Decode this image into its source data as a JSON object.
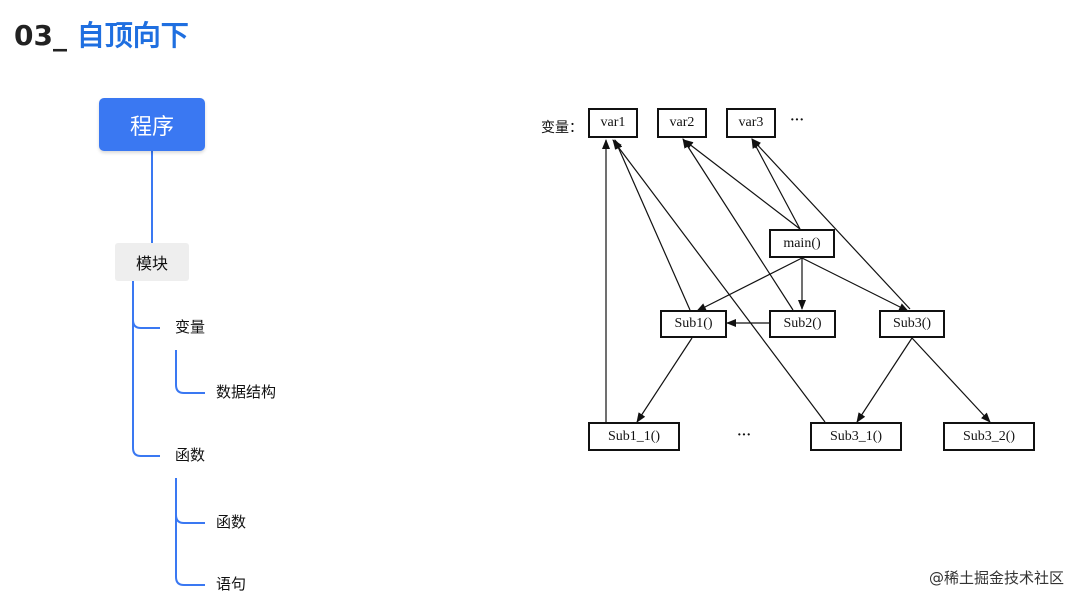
{
  "title": {
    "number": "03_",
    "text": "自顶向下"
  },
  "tree": {
    "root": "程序",
    "module": "模块",
    "variable": "变量",
    "data_structure": "数据结构",
    "function": "函数",
    "sub_function": "函数",
    "statement": "语句"
  },
  "diagram": {
    "variables_label": "变量：",
    "vars": [
      "var1",
      "var2",
      "var3"
    ],
    "vars_more": "···",
    "main": "main()",
    "subs": [
      "Sub1()",
      "Sub2()",
      "Sub3()"
    ],
    "subsubs": [
      "Sub1_1()",
      "Sub3_1()",
      "Sub3_2()"
    ],
    "subsubs_more": "···"
  },
  "footer": "@稀土掘金技术社区",
  "colors": {
    "title_accent": "#1f6fe0",
    "root_node": "#3a78f2",
    "connector": "#3a78f2"
  }
}
